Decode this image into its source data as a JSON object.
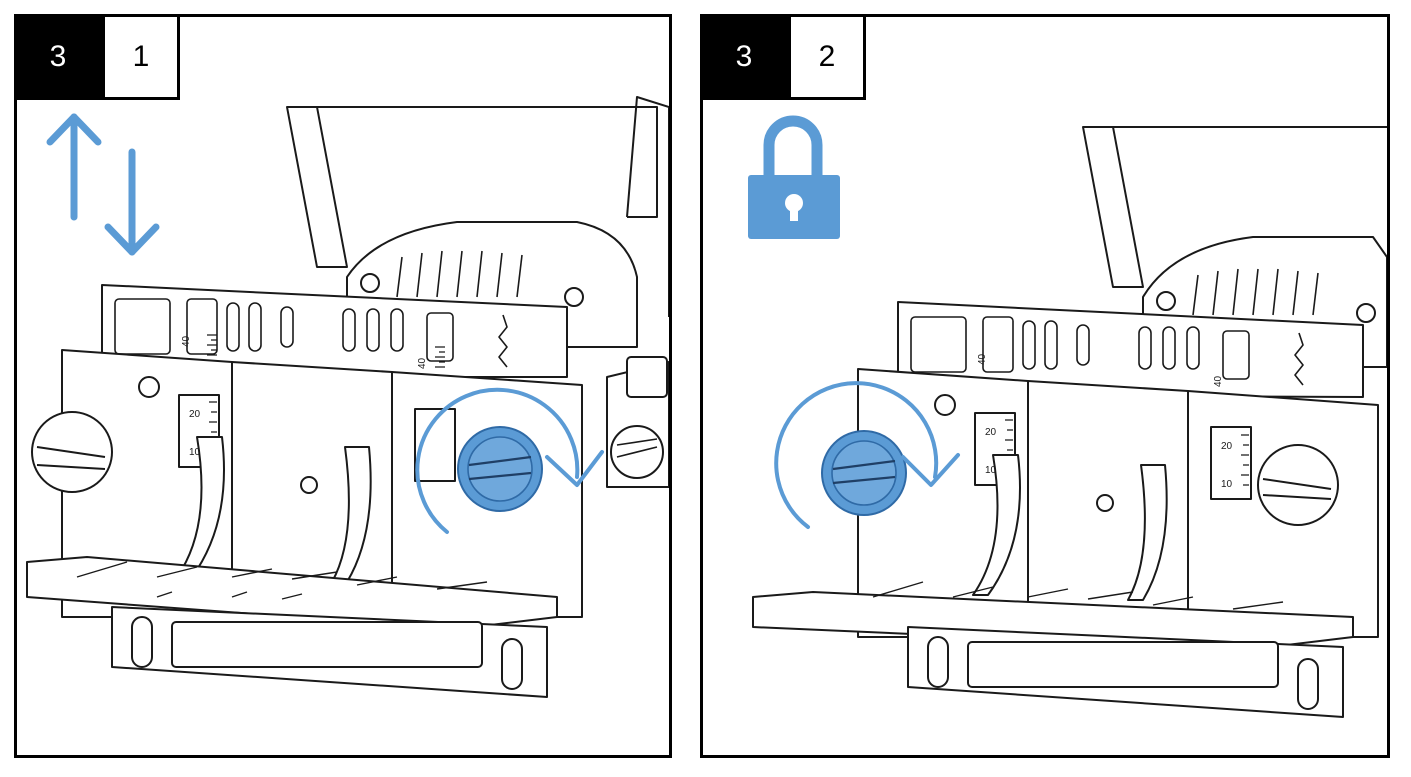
{
  "panels": [
    {
      "step": "3",
      "substep": "1",
      "indicator_icon": "up-down-arrows-icon",
      "rotation": "clockwise"
    },
    {
      "step": "3",
      "substep": "2",
      "indicator_icon": "lock-icon",
      "rotation": "clockwise"
    }
  ],
  "scale_labels": {
    "top_left": "40",
    "top_right": "40",
    "gauge_upper": "20",
    "gauge_lower": "10"
  },
  "colors": {
    "accent": "#5b9bd5",
    "line": "#1a1a1a",
    "border": "#000000"
  }
}
